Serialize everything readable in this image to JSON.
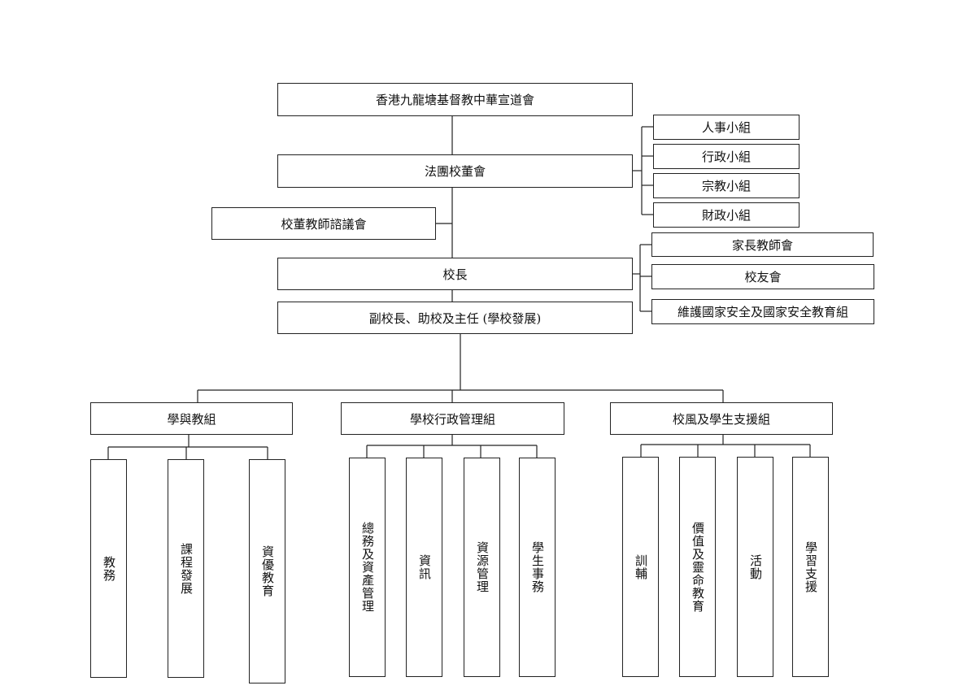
{
  "top": {
    "church": "香港九龍塘基督教中華宣道會",
    "board": "法團校董會",
    "consult": "校董教師諮議會",
    "principal": "校長",
    "vice": "副校長、助校及主任 (學校發展)"
  },
  "board_subgroups": [
    "人事小組",
    "行政小組",
    "宗教小組",
    "財政小組"
  ],
  "principal_side": [
    "家長教師會",
    "校友會",
    "維護國家安全及國家安全教育組"
  ],
  "groups": [
    {
      "name": "學與教組",
      "units": [
        "教務",
        "課程發展",
        "資優教育"
      ]
    },
    {
      "name": "學校行政管理組",
      "units": [
        "總務及資產管理",
        "資訊",
        "資源管理",
        "學生事務"
      ]
    },
    {
      "name": "校風及學生支援組",
      "units": [
        "訓輔",
        "價值及靈命教育",
        "活動",
        "學習支援"
      ]
    }
  ]
}
